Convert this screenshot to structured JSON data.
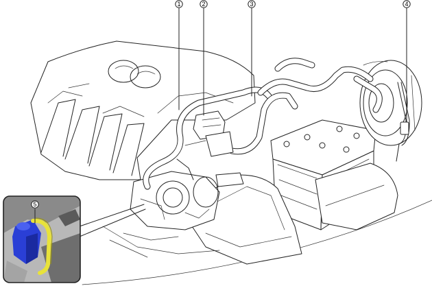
{
  "callouts": [
    {
      "label": "1"
    },
    {
      "label": "2"
    },
    {
      "label": "3"
    },
    {
      "label": "4"
    },
    {
      "label": "5"
    }
  ],
  "colors": {
    "line": "#222222",
    "background": "#ffffff",
    "inset_highlight_blue": "#2a3fd6",
    "inset_highlight_yellow": "#e8e23a",
    "inset_background": "#8a8a8a"
  }
}
